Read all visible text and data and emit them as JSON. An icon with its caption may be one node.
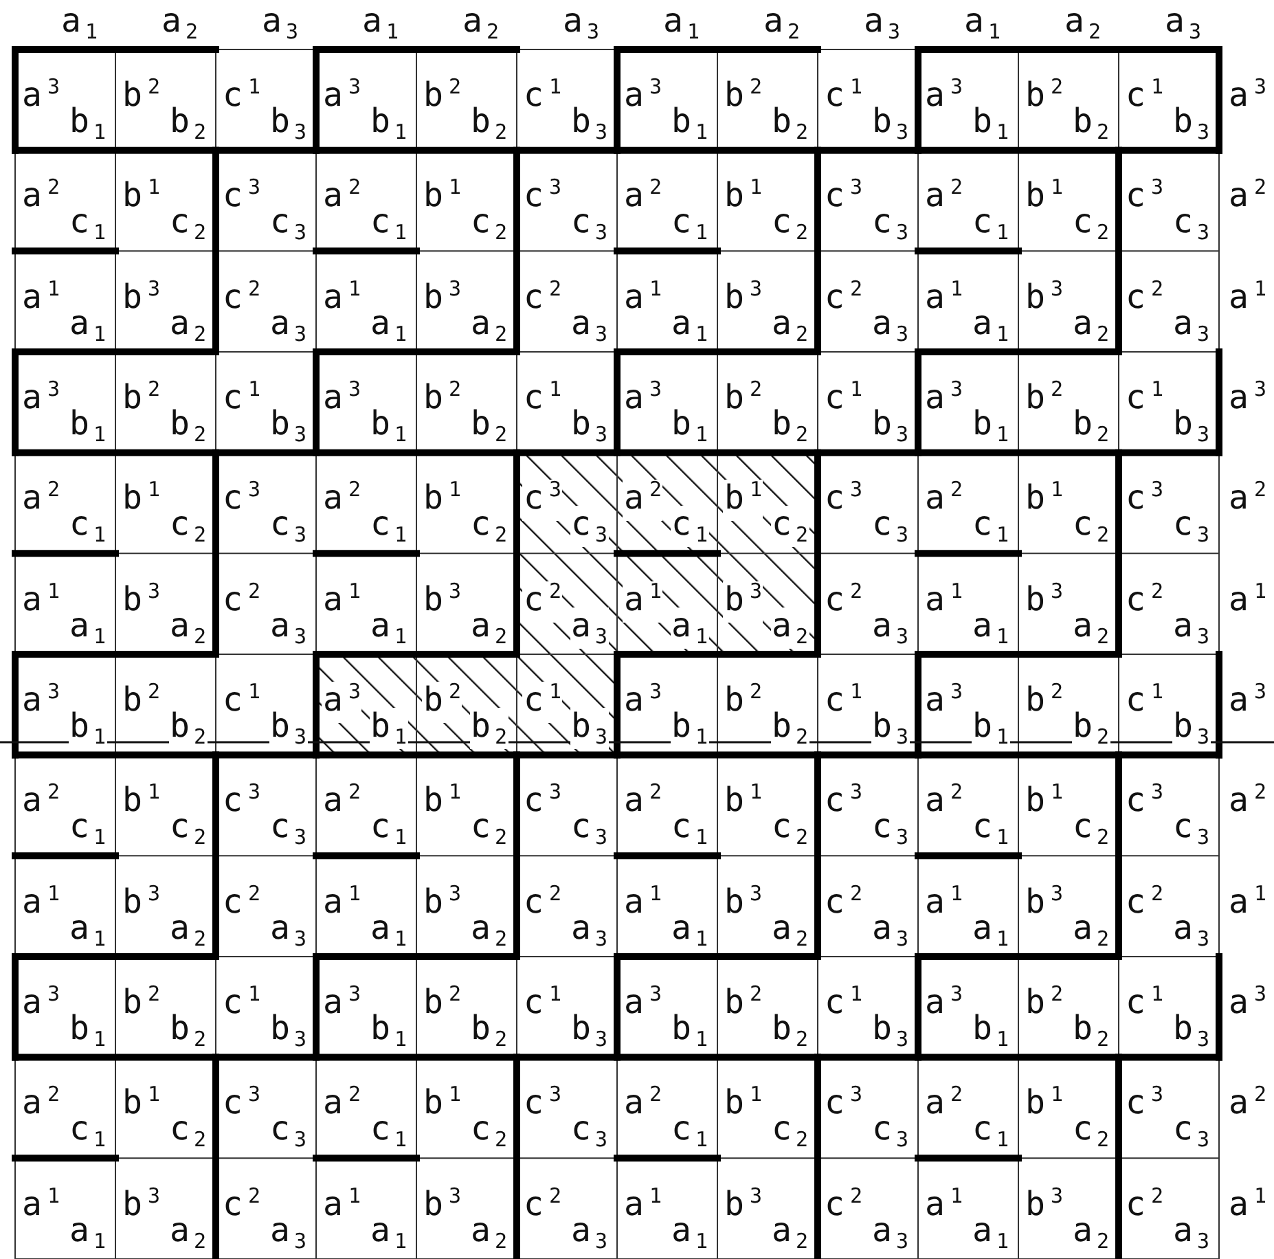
{
  "diagram": {
    "labels": [
      "a$_{1}$",
      "a$_{2}$",
      "a$_{3}$",
      "a$_{1}$",
      "a$_{2}$",
      "a$_{3}$",
      "a$_{1}$",
      "a$_{2}$",
      "a$_{3}$",
      "a$_{1}$",
      "a$_{2}$",
      "a$_{3}$",
      "a$^{3}$",
      "b$_{1}$",
      "b$^{2}$",
      "b$_{2}$",
      "c$^{1}$",
      "b$_{3}$",
      "a$^{3}$",
      "b$_{1}$",
      "b$^{2}$",
      "b$_{2}$",
      "c$^{1}$",
      "b$_{3}$",
      "a$^{3}$",
      "b$_{1}$",
      "b$^{2}$",
      "b$_{2}$",
      "c$^{1}$",
      "b$_{3}$",
      "a$^{3}$",
      "b$_{1}$",
      "b$^{2}$",
      "b$_{2}$",
      "c$^{1}$",
      "b$_{3}$",
      "a$^{3}$",
      "a$^{2}$",
      "c$_{1}$",
      "b$^{1}$",
      "c$_{2}$",
      "c$^{3}$",
      "c$_{3}$",
      "a$^{2}$",
      "c$_{1}$",
      "b$^{1}$",
      "c$_{2}$",
      "c$^{3}$",
      "c$_{3}$",
      "a$^{2}$",
      "c$_{1}$",
      "b$^{1}$",
      "c$_{2}$",
      "c$^{3}$",
      "c$_{3}$",
      "a$^{2}$",
      "c$_{1}$",
      "b$^{1}$",
      "c$_{2}$",
      "c$^{3}$",
      "c$_{3}$",
      "a$^{2}$",
      "a$^{1}$",
      "a$_{1}$",
      "b$^{3}$",
      "a$_{2}$",
      "c$^{2}$",
      "a$_{3}$",
      "a$^{1}$",
      "a$_{1}$",
      "b$^{3}$",
      "a$_{2}$",
      "c$^{2}$",
      "a$_{3}$",
      "a$^{1}$",
      "a$_{1}$",
      "b$^{3}$",
      "a$_{2}$",
      "c$^{2}$",
      "a$_{3}$",
      "a$^{1}$",
      "a$_{1}$",
      "b$^{3}$",
      "a$_{2}$",
      "c$^{2}$",
      "a$_{3}$",
      "a$^{1}$",
      "a$^{3}$",
      "b$_{1}$",
      "b$^{2}$",
      "b$_{2}$",
      "c$^{1}$",
      "b$_{3}$",
      "a$^{3}$",
      "b$_{1}$",
      "b$^{2}$",
      "b$_{2}$",
      "c$^{1}$",
      "b$_{3}$",
      "a$^{3}$",
      "b$_{1}$",
      "b$^{2}$",
      "b$_{2}$",
      "c$^{1}$",
      "b$_{3}$",
      "a$^{3}$",
      "b$_{1}$",
      "b$^{2}$",
      "b$_{2}$",
      "c$^{1}$",
      "b$_{3}$",
      "a$^{3}$",
      "a$^{2}$",
      "c$_{1}$",
      "b$^{1}$",
      "c$_{2}$",
      "c$^{3}$",
      "c$_{3}$",
      "a$^{2}$",
      "c$_{1}$",
      "b$^{1}$",
      "c$_{2}$",
      "c$^{3}$",
      "c$_{3}$",
      "a$^{2}$",
      "c$_{1}$",
      "b$^{1}$",
      "c$_{2}$",
      "c$^{3}$",
      "c$_{3}$",
      "a$^{2}$",
      "c$_{1}$",
      "b$^{1}$",
      "c$_{2}$",
      "c$^{3}$",
      "c$_{3}$",
      "a$^{2}$",
      "a$^{1}$",
      "a$_{1}$",
      "b$^{3}$",
      "a$_{2}$",
      "c$^{2}$",
      "a$_{3}$",
      "a$^{1}$",
      "a$_{1}$",
      "b$^{3}$",
      "a$_{2}$",
      "c$^{2}$",
      "a$_{3}$",
      "a$^{1}$",
      "a$_{1}$",
      "b$^{3}$",
      "a$_{2}$",
      "c$^{2}$",
      "a$_{3}$",
      "a$^{1}$",
      "a$_{1}$",
      "b$^{3}$",
      "a$_{2}$",
      "c$^{2}$",
      "a$_{3}$",
      "a$^{1}$",
      "a$^{3}$",
      "b$_{1}$",
      "b$^{2}$",
      "b$_{2}$",
      "c$^{1}$",
      "b$_{3}$",
      "a$^{3}$",
      "b$_{1}$",
      "b$^{2}$",
      "b$_{2}$",
      "c$^{1}$",
      "b$_{3}$",
      "a$^{3}$",
      "b$_{1}$",
      "b$^{2}$",
      "b$_{2}$",
      "c$^{1}$",
      "b$_{3}$",
      "a$^{3}$",
      "b$_{1}$",
      "b$^{2}$",
      "b$_{2}$",
      "c$^{1}$",
      "b$_{3}$",
      "a$^{3}$",
      "a$^{2}$",
      "c$_{1}$",
      "b$^{1}$",
      "c$_{2}$",
      "c$^{3}$",
      "c$_{3}$",
      "a$^{2}$",
      "c$_{1}$",
      "b$^{1}$",
      "c$_{2}$",
      "c$^{3}$",
      "c$_{3}$",
      "a$^{2}$",
      "c$_{1}$",
      "b$^{1}$",
      "c$_{2}$",
      "c$^{3}$",
      "c$_{3}$",
      "a$^{2}$",
      "c$_{1}$",
      "b$^{1}$",
      "c$_{2}$",
      "c$^{3}$",
      "c$_{3}$",
      "a$^{2}$",
      "a$^{1}$",
      "a$_{1}$",
      "b$^{3}$",
      "a$_{2}$",
      "c$^{2}$",
      "a$_{3}$",
      "a$^{1}$",
      "a$_{1}$",
      "b$^{3}$",
      "a$_{2}$",
      "c$^{2}$",
      "a$_{3}$",
      "a$^{1}$",
      "a$_{1}$",
      "b$^{3}$",
      "a$_{2}$",
      "c$^{2}$",
      "a$_{3}$",
      "a$^{1}$",
      "a$_{1}$",
      "b$^{3}$",
      "a$_{2}$",
      "c$^{2}$",
      "a$_{3}$",
      "a$^{1}$",
      "a$^{3}$",
      "b$_{1}$",
      "b$^{2}$",
      "b$_{2}$",
      "c$^{1}$",
      "b$_{3}$",
      "a$^{3}$",
      "b$_{1}$",
      "b$^{2}$",
      "b$_{2}$",
      "c$^{1}$",
      "b$_{3}$",
      "a$^{3}$",
      "b$_{1}$",
      "b$^{2}$",
      "b$_{2}$",
      "c$^{1}$",
      "b$_{3}$",
      "a$^{3}$",
      "b$_{1}$",
      "b$^{2}$",
      "b$_{2}$",
      "c$^{1}$",
      "b$_{3}$",
      "a$^{3}$",
      "a$^{2}$",
      "c$_{1}$",
      "b$^{1}$",
      "c$_{2}$",
      "c$^{3}$",
      "c$_{3}$",
      "a$^{2}$",
      "c$_{1}$",
      "b$^{1}$",
      "c$_{2}$",
      "c$^{3}$",
      "c$_{3}$",
      "a$^{2}$",
      "c$_{1}$",
      "b$^{1}$",
      "c$_{2}$",
      "c$^{3}$",
      "c$_{3}$",
      "a$^{2}$",
      "c$_{1}$",
      "b$^{1}$",
      "c$_{2}$",
      "c$^{3}$",
      "c$_{3}$",
      "a$^{2}$",
      "a$^{1}$",
      "a$_{1}$",
      "b$^{3}$",
      "a$_{2}$",
      "c$^{2}$",
      "a$_{3}$",
      "a$^{1}$",
      "a$_{1}$",
      "b$^{3}$",
      "a$_{2}$",
      "c$^{2}$",
      "a$_{3}$",
      "a$^{1}$",
      "a$_{1}$",
      "b$^{3}$",
      "a$_{2}$",
      "c$^{2}$",
      "a$_{3}$",
      "a$^{1}$",
      "a$_{1}$",
      "b$^{3}$",
      "a$_{2}$",
      "c$^{2}$",
      "a$_{3}$",
      "a$^{1}$"
    ]
  }
}
